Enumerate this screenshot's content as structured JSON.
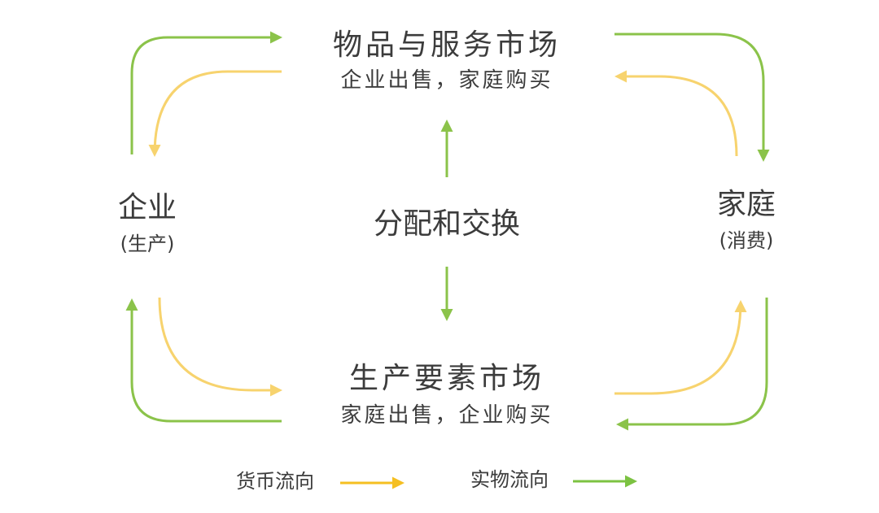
{
  "colors": {
    "money_flow": "#f7d36e",
    "goods_flow": "#8bc34a",
    "legend_money": "#f5bf21",
    "legend_goods": "#7cc242",
    "text": "#3c3c3c"
  },
  "goods_market": {
    "title": "物品与服务市场",
    "subtitle": "企业出售，家庭购买"
  },
  "factor_market": {
    "title": "生产要素市场",
    "subtitle": "家庭出售，企业购买"
  },
  "firm": {
    "title": "企业",
    "subtitle": "(生产)"
  },
  "household": {
    "title": "家庭",
    "subtitle": "(消费)"
  },
  "center": {
    "label": "分配和交换"
  },
  "legend": {
    "money_label": "货币流向",
    "goods_label": "实物流向"
  }
}
